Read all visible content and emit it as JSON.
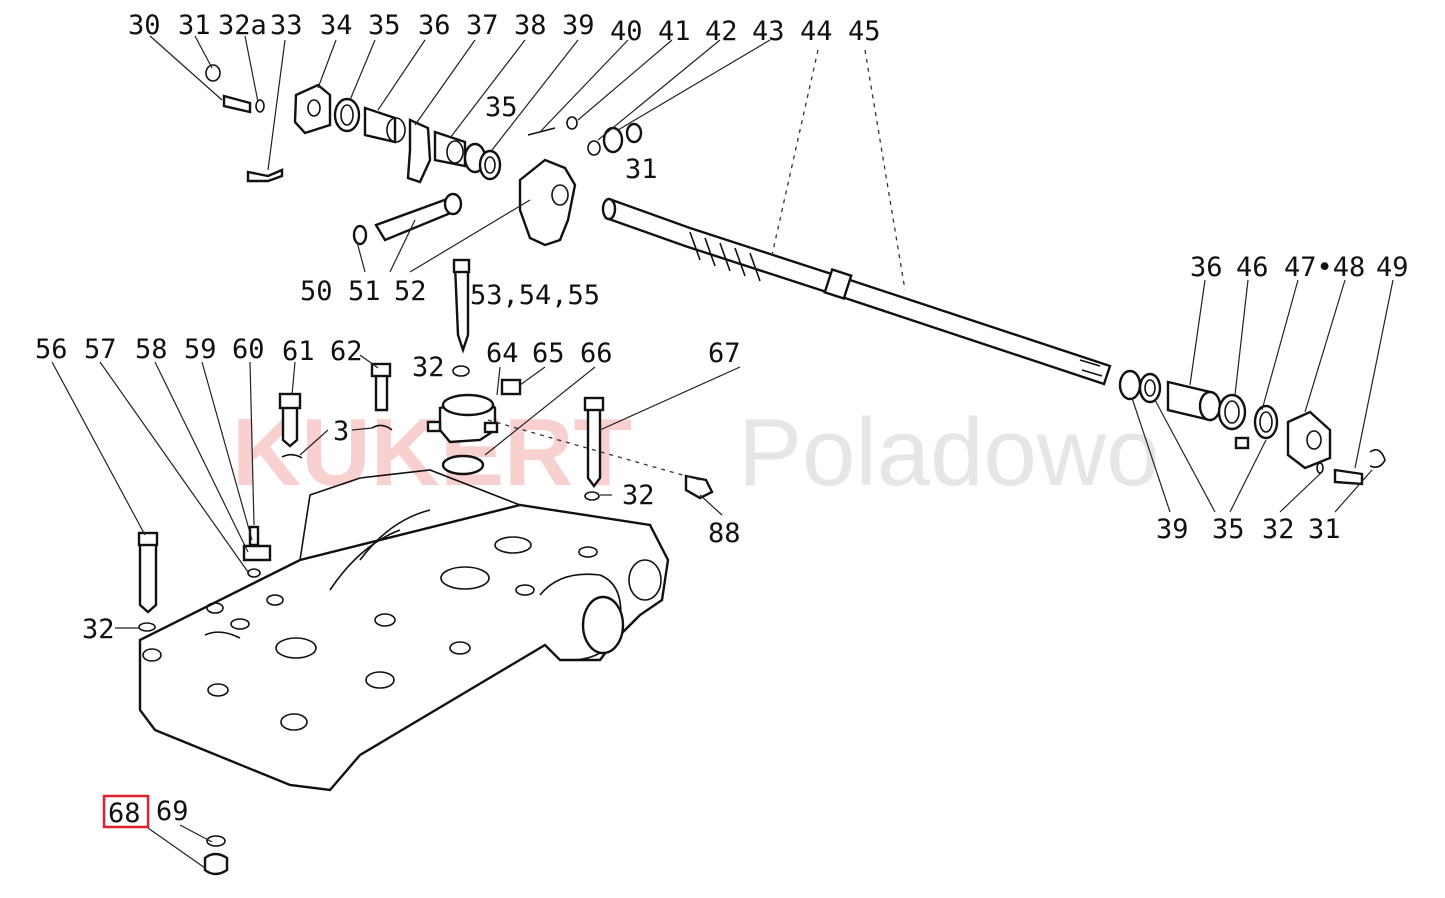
{
  "watermark": {
    "brand": "KUKERT",
    "suffix": "Poladowo"
  },
  "callouts": {
    "top_row": [
      "30",
      "31",
      "32a",
      "33",
      "34",
      "35",
      "36",
      "37",
      "38",
      "39",
      "40",
      "41",
      "42",
      "43",
      "44",
      "45"
    ],
    "label_35_mid": "35",
    "label_31_mid": "31",
    "mid_row": [
      "50",
      "51",
      "52",
      "53,54,55"
    ],
    "left_row": [
      "56",
      "57",
      "58",
      "59",
      "60",
      "61",
      "62"
    ],
    "center_row": [
      "32",
      "64",
      "65",
      "66",
      "67"
    ],
    "label_3": "3",
    "label_32_center": "32",
    "label_88": "88",
    "label_32_left": "32",
    "right_top": [
      "36",
      "46",
      "47•48",
      "49"
    ],
    "right_bottom": [
      "39",
      "35",
      "32",
      "31"
    ],
    "bottom_highlighted": "68",
    "bottom_other": "69"
  },
  "highlight_color": "#e0202a"
}
